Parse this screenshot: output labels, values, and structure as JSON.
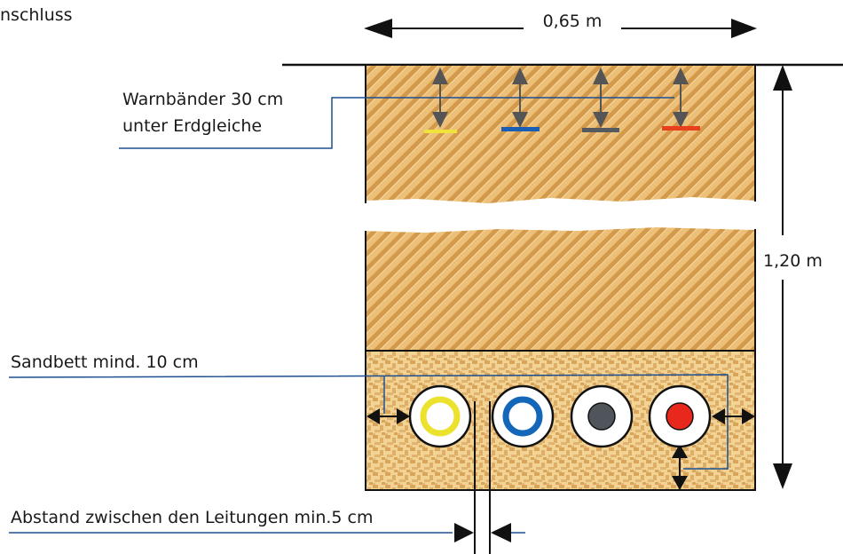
{
  "labels": {
    "header_fragment": "nschluss",
    "width": "0,65 m",
    "depth": "1,20 m",
    "warning_tapes_line1": "Warnbänder 30 cm",
    "warning_tapes_line2": "unter Erdgleiche",
    "sand_bed": "Sandbett mind. 10 cm",
    "pipe_spacing": "Abstand zwischen den Leitungen min.5 cm"
  },
  "warning_tapes": [
    {
      "color": "#f0e43c"
    },
    {
      "color": "#1a5fb4"
    },
    {
      "color": "#555a60"
    },
    {
      "color": "#e8401c"
    }
  ],
  "pipes": [
    {
      "type": "ring",
      "color": "#ece22e"
    },
    {
      "type": "ring",
      "color": "#1466b8"
    },
    {
      "type": "filled",
      "color": "#4f555b"
    },
    {
      "type": "filled",
      "color": "#e8281c"
    }
  ],
  "colors": {
    "soil": "#ecc078",
    "soil_hatch": "#c98a3c",
    "sand": "#f1cc8a",
    "sand_mosaic": "#d9a55a",
    "leader": "#1d4f91",
    "dimension": "#111111",
    "tape_arrow": "#555555"
  }
}
